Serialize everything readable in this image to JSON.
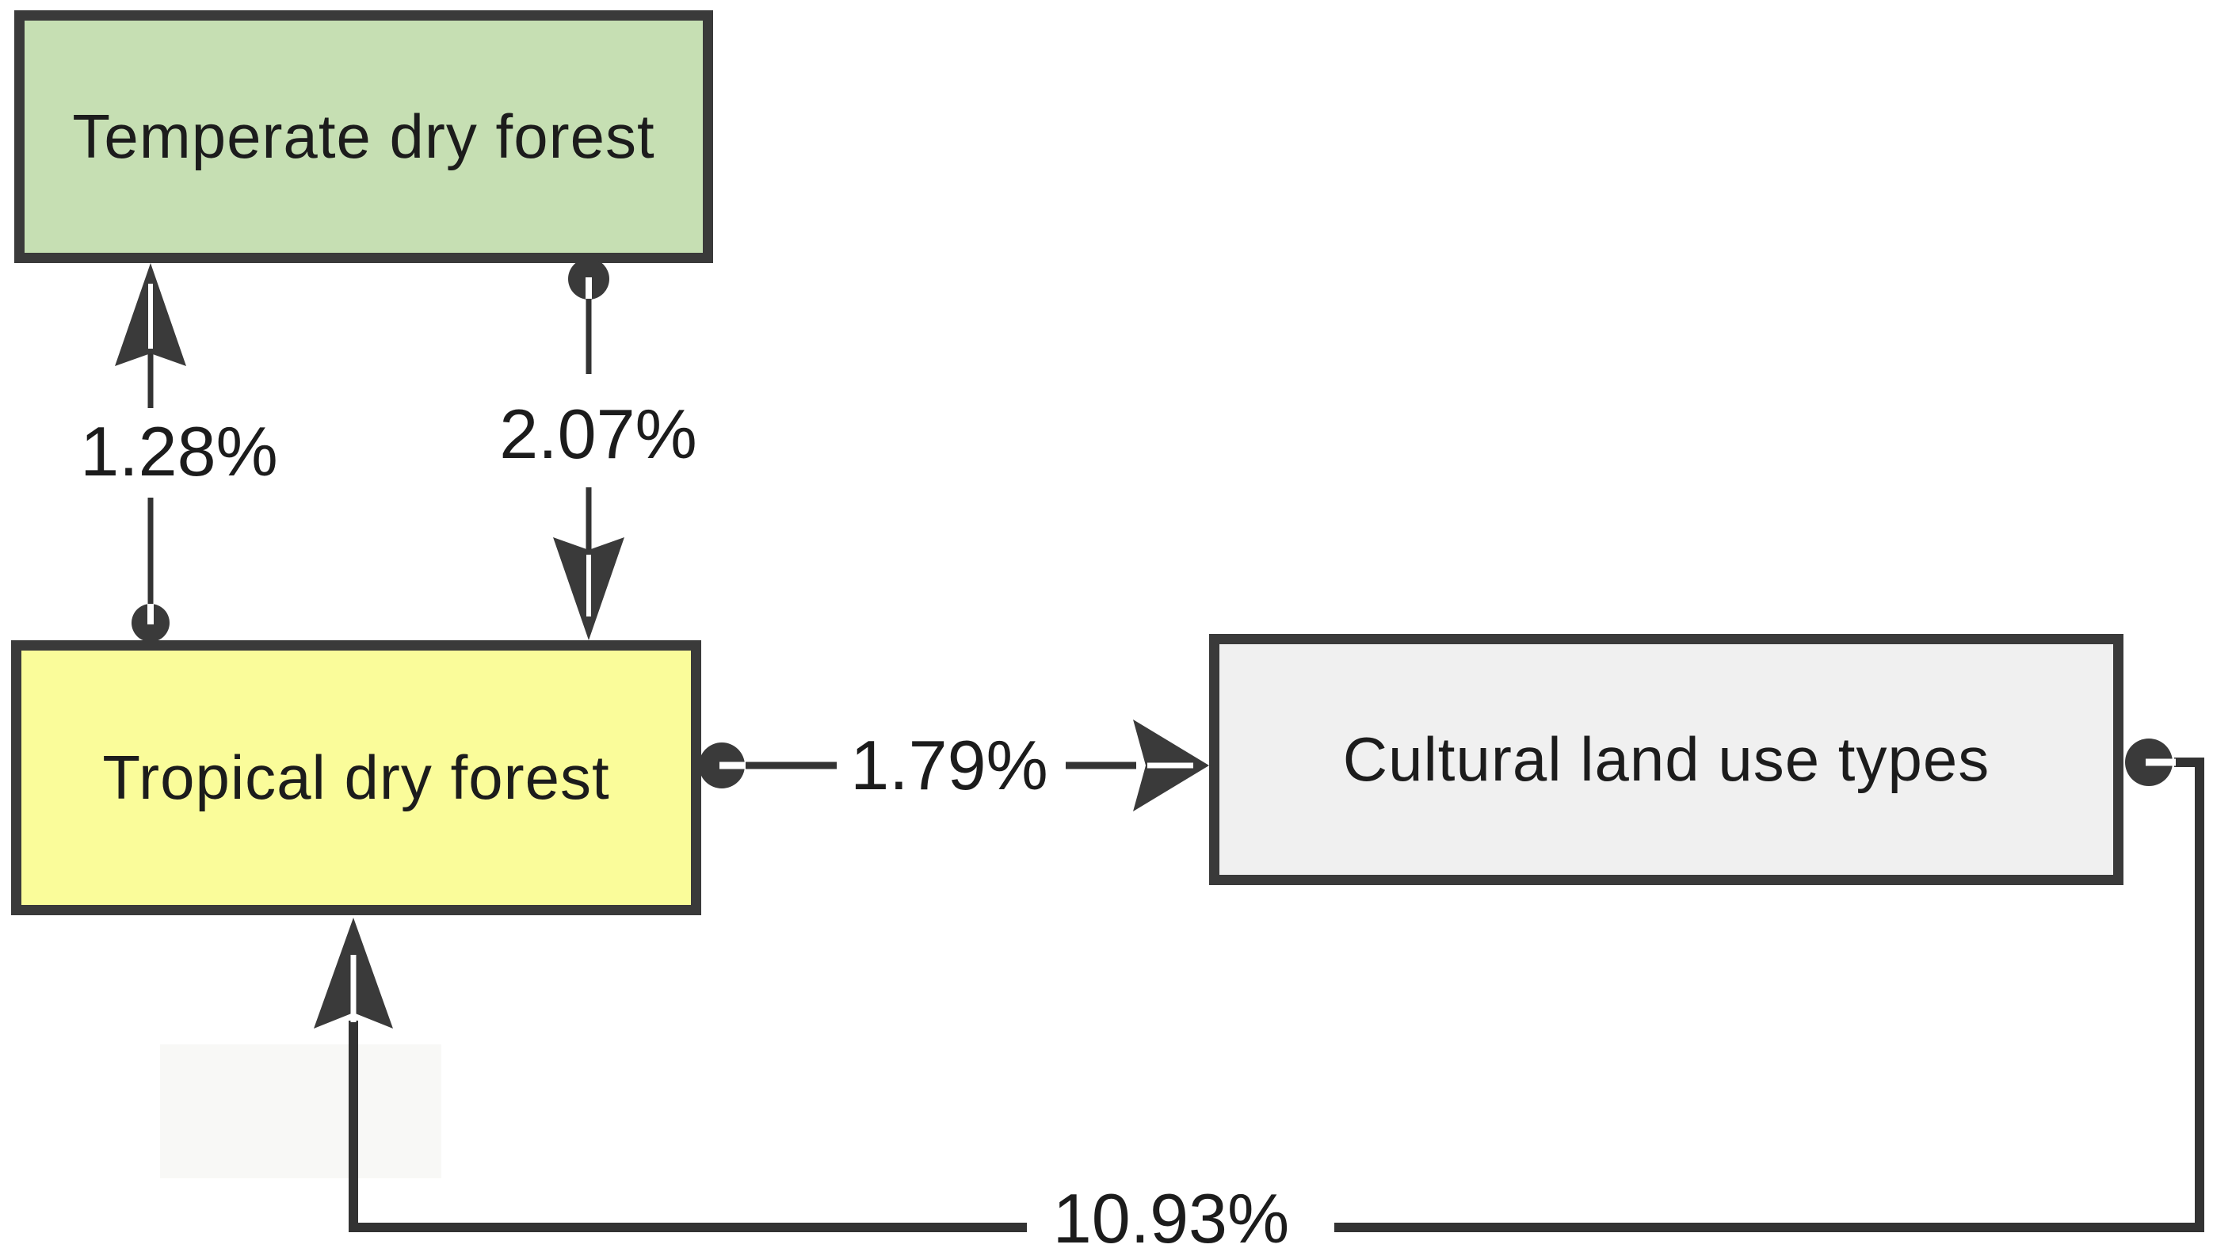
{
  "diagram": {
    "nodes": [
      {
        "id": "temperate-dry-forest",
        "label": "Temperate dry forest",
        "fill": "#c6dfb3"
      },
      {
        "id": "tropical-dry-forest",
        "label": "Tropical dry forest",
        "fill": "#fafc9a"
      },
      {
        "id": "cultural-land-use-types",
        "label": "Cultural land use types",
        "fill": "#f0f0f0"
      }
    ],
    "flows": [
      {
        "id": "tropical-to-temperate",
        "from": "tropical-dry-forest",
        "to": "temperate-dry-forest",
        "rate": "1.28%"
      },
      {
        "id": "temperate-to-tropical",
        "from": "temperate-dry-forest",
        "to": "tropical-dry-forest",
        "rate": "2.07%"
      },
      {
        "id": "tropical-to-cultural",
        "from": "tropical-dry-forest",
        "to": "cultural-land-use-types",
        "rate": "1.79%"
      },
      {
        "id": "cultural-to-tropical",
        "from": "cultural-land-use-types",
        "to": "tropical-dry-forest",
        "rate": "10.93%"
      }
    ],
    "colors": {
      "background": "#ffffff",
      "connector": "#333333",
      "box_border": "#3a3a3a",
      "text": "#1c1c1c"
    }
  }
}
